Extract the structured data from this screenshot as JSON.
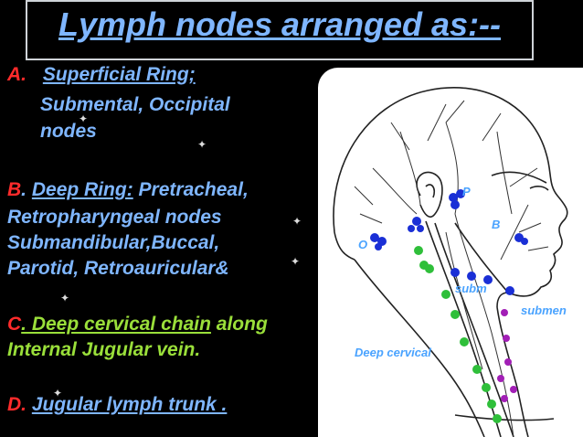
{
  "title": "Lymph nodes arranged as:--",
  "colors": {
    "title": "#7fb6ff",
    "red": "#ff2b2b",
    "blue_text": "#7fb6ff",
    "green_text": "#9adf3a",
    "node_blue": "#1a2fd6",
    "node_green": "#2fbf3a",
    "node_purple": "#a21fb6"
  },
  "section_a": {
    "letter": "A.",
    "heading": "Superficial Ring;",
    "line2": "Submental, Occipital",
    "line3": "nodes"
  },
  "section_b": {
    "letter": "B",
    "dot": ".",
    "heading": "Deep Ring:",
    "rest1": "Pretracheal,",
    "line2": "Retropharyngeal nodes",
    "line3": "Submandibular,Buccal,",
    "line4": "Parotid, Retroauricular&"
  },
  "section_c": {
    "letter": "C",
    "heading": ". Deep cervical chain",
    "rest1": "along",
    "line2": "Internal Jugular vein."
  },
  "section_d": {
    "letter": "D.",
    "heading": "Jugular lymph trunk ."
  },
  "diagram_labels": {
    "deep_cervical": "Deep cervical",
    "submental": "submen",
    "b": "B",
    "p": "P",
    "o": "O",
    "sm": "subm"
  }
}
